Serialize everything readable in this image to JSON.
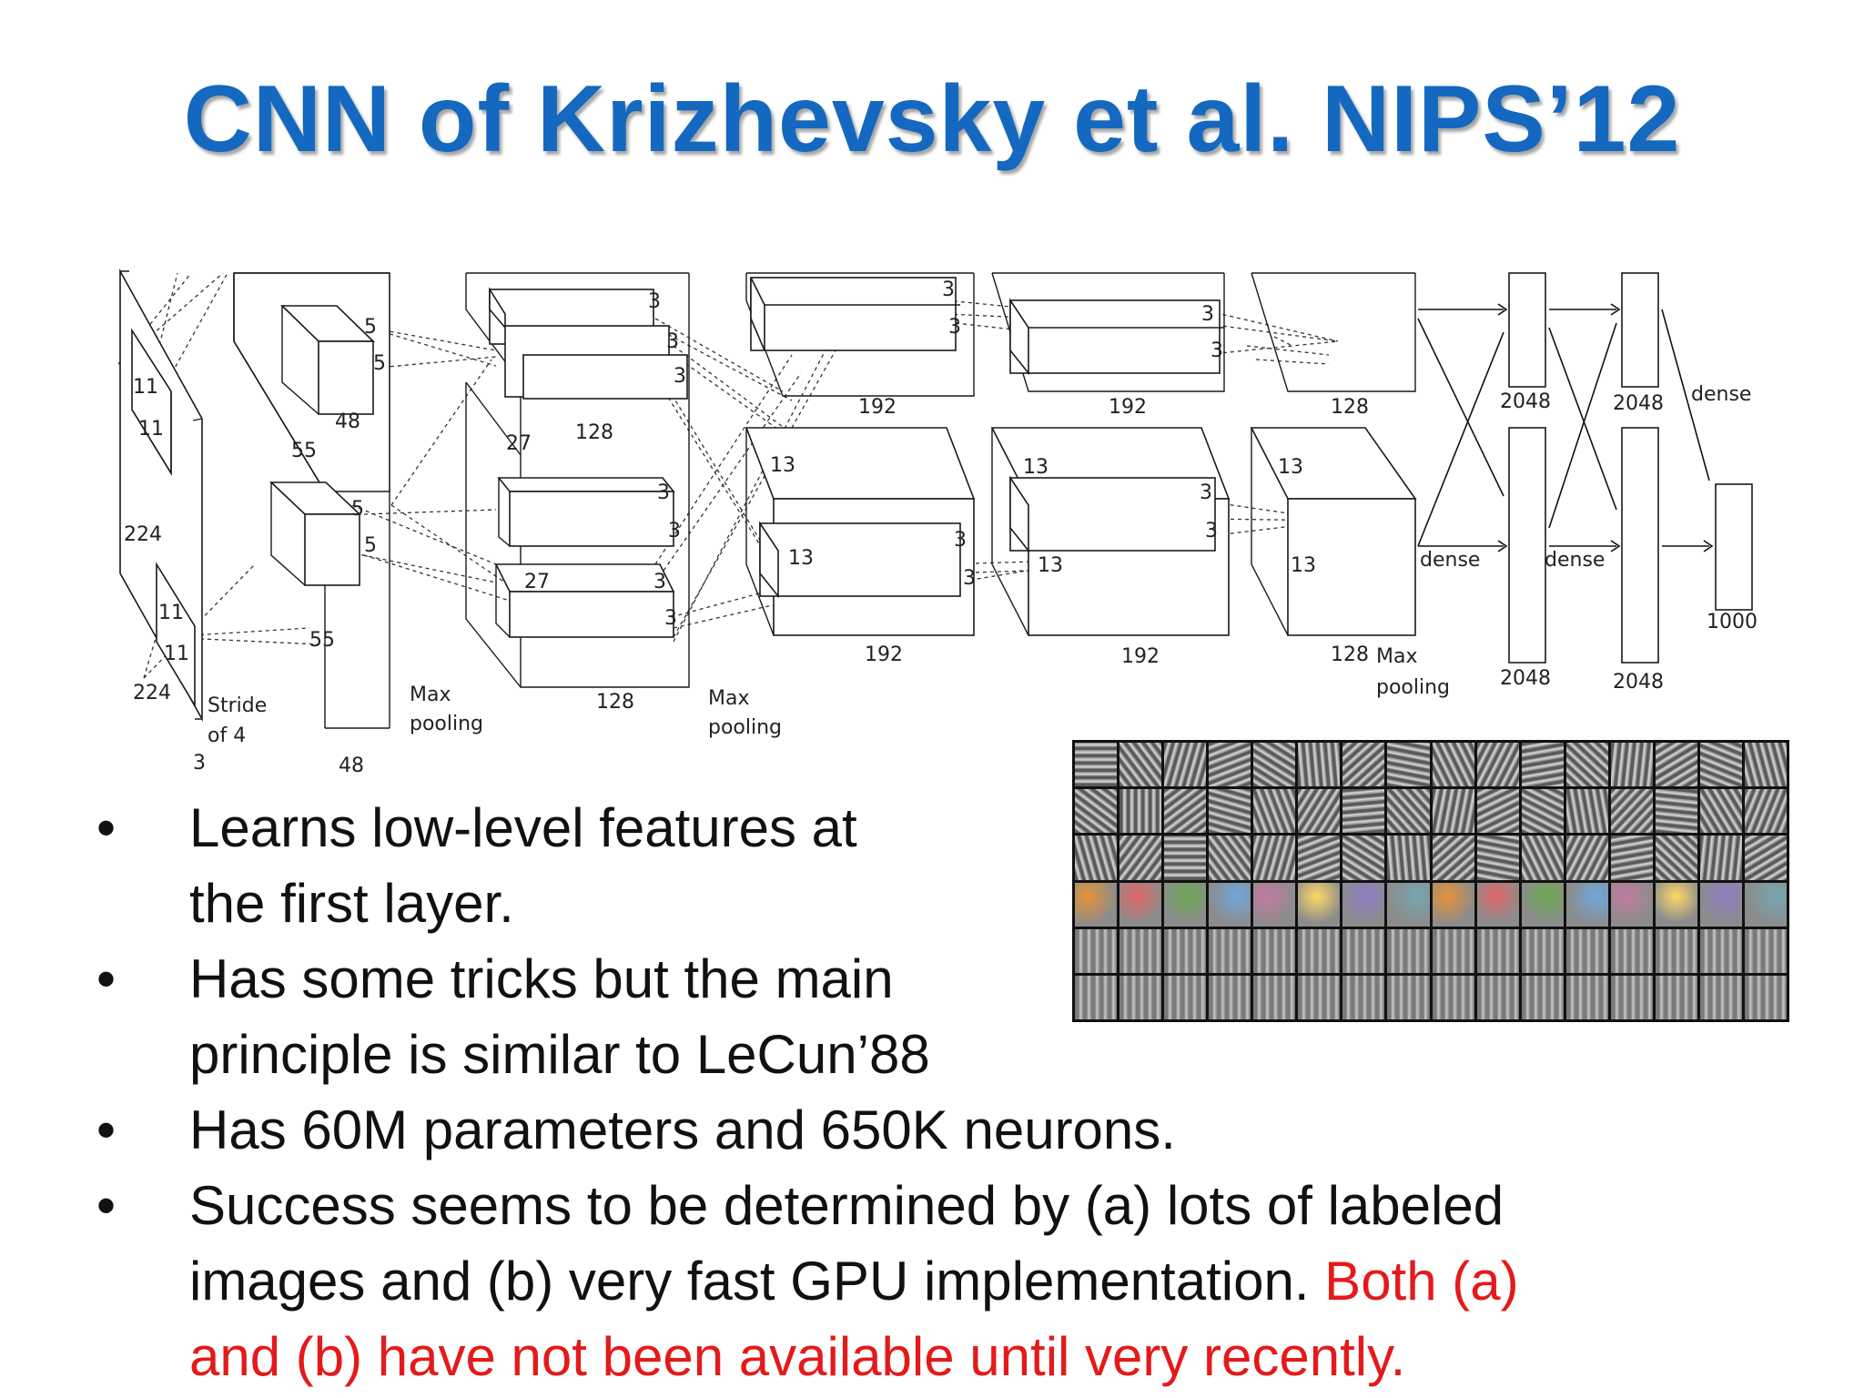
{
  "title": "CNN of Krizhevsky et al. NIPS’12",
  "diagram_labels": {
    "input_kernel_a": "11",
    "input_kernel_b": "11",
    "input_size_side": "224",
    "input_size_bottom": "224",
    "input_kernel_c": "11",
    "input_kernel_d": "11",
    "stride": "Stride",
    "stride_of": "of 4",
    "input_depth": "3",
    "c1_kernel_top_a": "5",
    "c1_kernel_top_b": "5",
    "c1_depth_top": "48",
    "c1_size_a": "55",
    "c1_kernel_bot_a": "5",
    "c1_kernel_bot_b": "5",
    "c1_size_b": "55",
    "c1_depth_bot": "48",
    "pool1_a": "Max",
    "pool1_b": "pooling",
    "c2_k1": "3",
    "c2_k2": "3",
    "c2_k3": "3",
    "c2_size_a": "27",
    "c2_depth_top": "128",
    "c2_k4": "3",
    "c2_k5": "3",
    "c2_size_b": "27",
    "c2_k6": "3",
    "c2_k7": "3",
    "c2_depth_bot": "128",
    "pool2_a": "Max",
    "pool2_b": "pooling",
    "c3_k1": "3",
    "c3_k2": "3",
    "c3_depth_top": "192",
    "c3_size_a": "13",
    "c3_size_b": "13",
    "c3_k3": "3",
    "c3_k4": "3",
    "c3_depth_bot": "192",
    "c4_k1": "3",
    "c4_k2": "3",
    "c4_depth_top": "192",
    "c4_size_a": "13",
    "c4_size_b": "13",
    "c4_k3": "3",
    "c4_k4": "3",
    "c4_depth_bot": "192",
    "c5_depth_top": "128",
    "c5_size_a": "13",
    "c5_size_b": "13",
    "c5_depth_bot": "128",
    "pool3_a": "Max",
    "pool3_b": "pooling",
    "fc1_top": "2048",
    "fc1_bot": "2048",
    "fc2_top": "2048",
    "fc2_bot": "2048",
    "dense_a": "dense",
    "dense_b": "dense",
    "dense_c": "dense",
    "output": "1000"
  },
  "filter_grid": {
    "rows": 6,
    "cols": 16
  },
  "bullets": [
    {
      "text": "Learns low-level features at",
      "text2": "the first layer."
    },
    {
      "text": "Has some tricks but the main",
      "text2": "principle is similar to LeCun’88"
    },
    {
      "text": "Has 60M parameters and 650K neurons."
    },
    {
      "text": "Success seems to be determined by (a) lots of labeled",
      "text2": "images and (b) very fast GPU implementation.",
      "highlight_a": "Both (a)",
      "highlight_b": "and (b) have not been available until very recently."
    }
  ],
  "colors": {
    "title": "#1468c0",
    "highlight": "#e41a1a"
  }
}
